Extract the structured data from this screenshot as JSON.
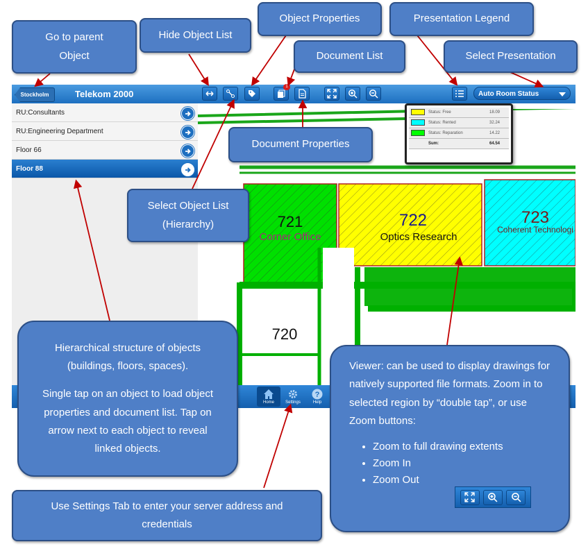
{
  "header": {
    "back_label": "Stockholm",
    "title": "Telekom 2000",
    "document_count": "1",
    "presentation_selected": "Auto Room Status"
  },
  "object_list": [
    {
      "label": "RU:Consultants",
      "selected": false
    },
    {
      "label": "RU:Engineering Department",
      "selected": false
    },
    {
      "label": "Floor 66",
      "selected": false
    },
    {
      "label": "Floor 88",
      "selected": true
    }
  ],
  "legend": {
    "rows": [
      {
        "label": "Status: Free",
        "value": "18.09",
        "color": "#ffff00"
      },
      {
        "label": "Status: Rented",
        "value": "32.24",
        "color": "#00ffff"
      },
      {
        "label": "Status: Reparation",
        "value": "14.22",
        "color": "#00ff00"
      }
    ],
    "sum_label": "Sum:",
    "sum_value": "64.54"
  },
  "drawing": {
    "rooms": [
      {
        "number": "721",
        "name": "Corner Office",
        "color": "#00e000"
      },
      {
        "number": "722",
        "name": "Optics Research",
        "color": "#ffff00"
      },
      {
        "number": "723",
        "name": "Coherent Technologi",
        "color": "#00ffff"
      },
      {
        "number": "720",
        "name": ""
      }
    ]
  },
  "tabs": [
    {
      "label": "Home",
      "active": true
    },
    {
      "label": "Settings",
      "active": false
    },
    {
      "label": "Help",
      "active": false
    }
  ],
  "callouts": {
    "parent": "Go to parent Object",
    "hide_list": "Hide Object List",
    "obj_props": "Object Properties",
    "doc_list": "Document List",
    "pres_legend": "Presentation  Legend",
    "select_pres": "Select Presentation",
    "doc_props": "Document Properties",
    "select_list": "Select Object List (Hierarchy)",
    "hier_p1": "Hierarchical structure of objects (buildings, floors, spaces).",
    "hier_p2": "Single tap on an object to load object properties and document list. Tap on arrow next to each object to reveal linked objects.",
    "settings": "Use Settings Tab to enter your server address and credentials",
    "viewer_intro": "Viewer: can be used to display drawings for natively supported file formats. Zoom in to selected region by “double tap”, or use Zoom buttons:",
    "viewer_bullets": [
      "Zoom to full drawing extents",
      "Zoom In",
      "Zoom Out"
    ]
  },
  "colors": {
    "accent": "#1d6fc0",
    "callout": "#4f7fc7",
    "arrow": "#c00000"
  }
}
